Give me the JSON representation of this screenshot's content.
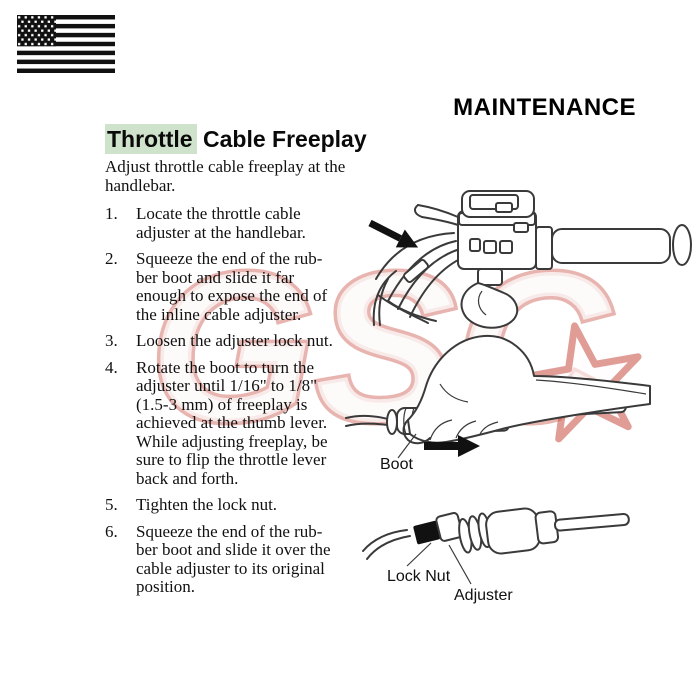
{
  "header": {
    "section_title": "MAINTENANCE"
  },
  "article": {
    "title_highlighted": "Throttle",
    "title_rest": " Cable Freeplay",
    "intro": "Adjust throttle cable freeplay at the handlebar.",
    "steps": [
      {
        "num": "1.",
        "lines": [
          "Locate the throttle cable",
          "adjuster at the handlebar."
        ]
      },
      {
        "num": "2.",
        "lines": [
          "Squeeze the end of the rub-",
          "ber boot and slide it far",
          "enough to expose the end of",
          "the inline cable adjuster."
        ]
      },
      {
        "num": "3.",
        "lines": [
          "Loosen the adjuster lock nut."
        ]
      },
      {
        "num": "4.",
        "lines": [
          "Rotate the boot to turn the",
          "adjuster until 1/16\" to 1/8\"",
          "(1.5-3 mm) of freeplay is",
          "achieved at the thumb lever.",
          "While adjusting freeplay, be",
          "sure to flip the throttle lever",
          "back and forth."
        ]
      },
      {
        "num": "5.",
        "lines": [
          "Tighten the lock nut."
        ]
      },
      {
        "num": "6.",
        "lines": [
          "Squeeze the end of the rub-",
          "ber boot and slide it over the",
          "cable adjuster to its original",
          "position."
        ]
      }
    ]
  },
  "figures": {
    "boot_label": "Boot",
    "lock_nut_label": "Lock Nut",
    "adjuster_label": "Adjuster"
  },
  "watermark": {
    "text": "GSC",
    "outline_color": "#c23b2e"
  },
  "colors": {
    "title_highlight": "#cfe2cb",
    "flag_ink": "#111111"
  }
}
